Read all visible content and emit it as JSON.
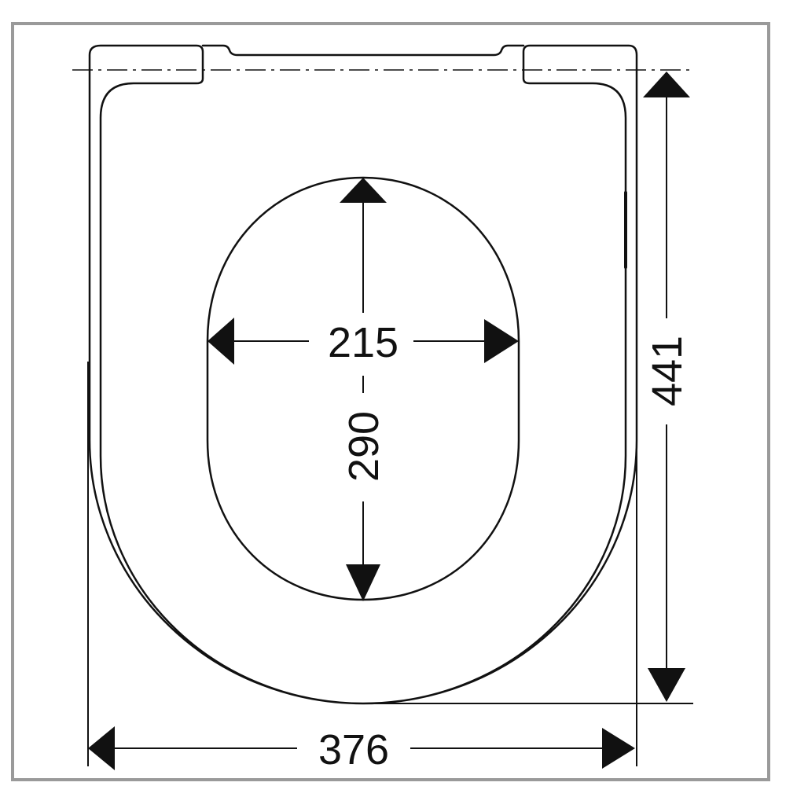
{
  "dimensions": {
    "inner_width": "215",
    "inner_length": "290",
    "overall_length": "441",
    "overall_width": "376"
  },
  "colors": {
    "line": "#111111",
    "frame": "#9a9a9a",
    "background": "#ffffff"
  }
}
